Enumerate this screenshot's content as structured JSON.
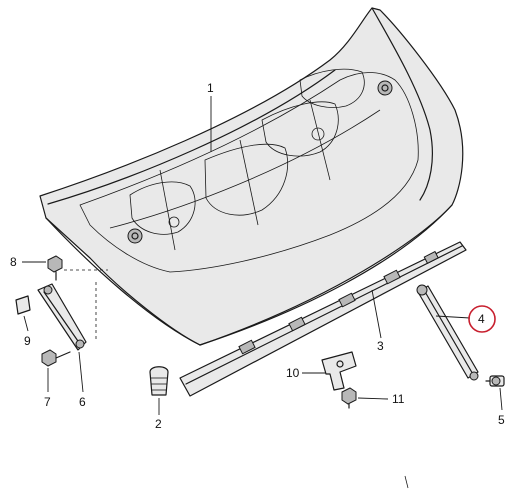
{
  "callouts": [
    {
      "id": "1",
      "label": "1"
    },
    {
      "id": "2",
      "label": "2"
    },
    {
      "id": "3",
      "label": "3"
    },
    {
      "id": "4",
      "label": "4",
      "highlighted": true
    },
    {
      "id": "5",
      "label": "5"
    },
    {
      "id": "6",
      "label": "6"
    },
    {
      "id": "7",
      "label": "7"
    },
    {
      "id": "8",
      "label": "8"
    },
    {
      "id": "9",
      "label": "9"
    },
    {
      "id": "10",
      "label": "10"
    },
    {
      "id": "11",
      "label": "11"
    }
  ],
  "colors": {
    "highlight": "#c8202f",
    "line": "#1a1a1a",
    "panel_fill": "#e9e9e9"
  }
}
